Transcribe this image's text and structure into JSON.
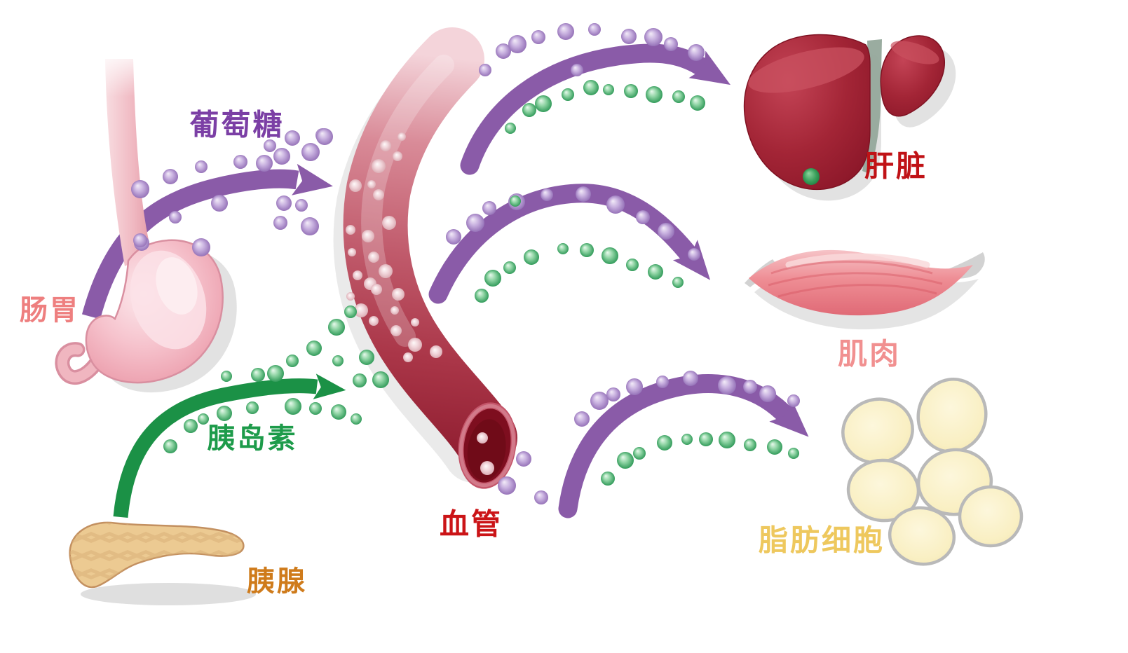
{
  "labels": {
    "glucose": {
      "text": "葡萄糖",
      "color": "#7b3fa5"
    },
    "stomach": {
      "text": "肠胃",
      "color": "#ee7f7f"
    },
    "insulin": {
      "text": "胰岛素",
      "color": "#1d9b4a"
    },
    "pancreas": {
      "text": "胰腺",
      "color": "#cf7b1b"
    },
    "vessel": {
      "text": "血管",
      "color": "#cb1417"
    },
    "liver": {
      "text": "肝脏",
      "color": "#c01216"
    },
    "muscle": {
      "text": "肌肉",
      "color": "#f19090"
    },
    "fat": {
      "text": "脂肪细胞",
      "color": "#eec85e"
    }
  },
  "particles": {
    "glucose_dot_color": "#a78bc8",
    "insulin_dot_color": "#2f9e57",
    "blood_cell_dot_color": "#e8c4ca"
  },
  "arrows": {
    "glucose_flow_color": "#8a5ba8",
    "insulin_flow_color": "#1b9146"
  }
}
